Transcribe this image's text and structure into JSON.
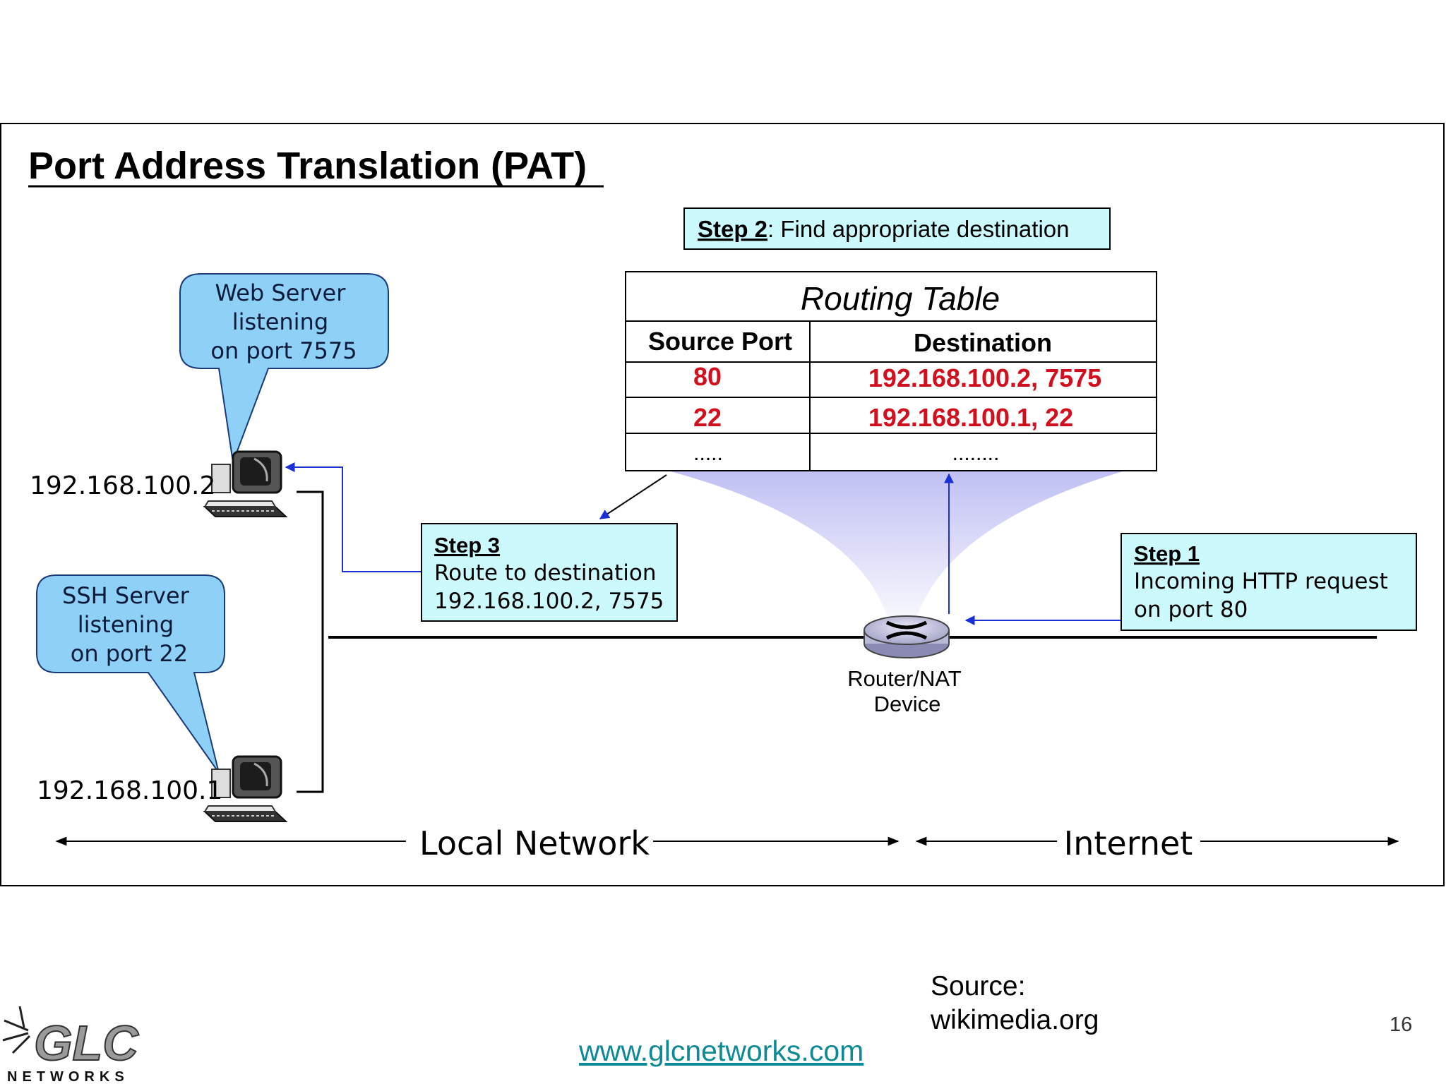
{
  "title": "Port Address Translation (PAT)",
  "step2": {
    "label": "Step 2",
    "text": ": Find appropriate destination"
  },
  "routing_table": {
    "caption": "Routing Table",
    "headers": [
      "Source Port",
      "Destination"
    ],
    "rows": [
      [
        "80",
        "192.168.100.2, 7575"
      ],
      [
        "22",
        "192.168.100.1, 22"
      ],
      [
        ".....",
        "........"
      ]
    ]
  },
  "web_server_bubble": [
    "Web Server",
    "listening",
    "on port 7575"
  ],
  "ssh_server_bubble": [
    "SSH Server",
    "listening",
    "on port 22"
  ],
  "host_top_ip": "192.168.100.2",
  "host_bottom_ip": "192.168.100.1",
  "step3": {
    "label": "Step 3",
    "lines": [
      "Route to destination",
      "192.168.100.2, 7575"
    ]
  },
  "step1": {
    "label": "Step 1",
    "lines": [
      "Incoming HTTP request",
      "on port 80"
    ]
  },
  "router_label": [
    "Router/NAT",
    "Device"
  ],
  "local_network": "Local Network",
  "internet": "Internet",
  "source_lines": [
    "Source:",
    "wikimedia.org"
  ],
  "website": "www.glcnetworks.com",
  "page_number": "16",
  "logo": {
    "text": "GLC",
    "subtext": "NETWORKS"
  },
  "colors": {
    "box_fill": "#ccf9fb",
    "bubble_fill": "#8fd0f7",
    "arrow": "#1a2fd6",
    "table_red": "#d0101e",
    "fan": "#c8c8f4"
  }
}
